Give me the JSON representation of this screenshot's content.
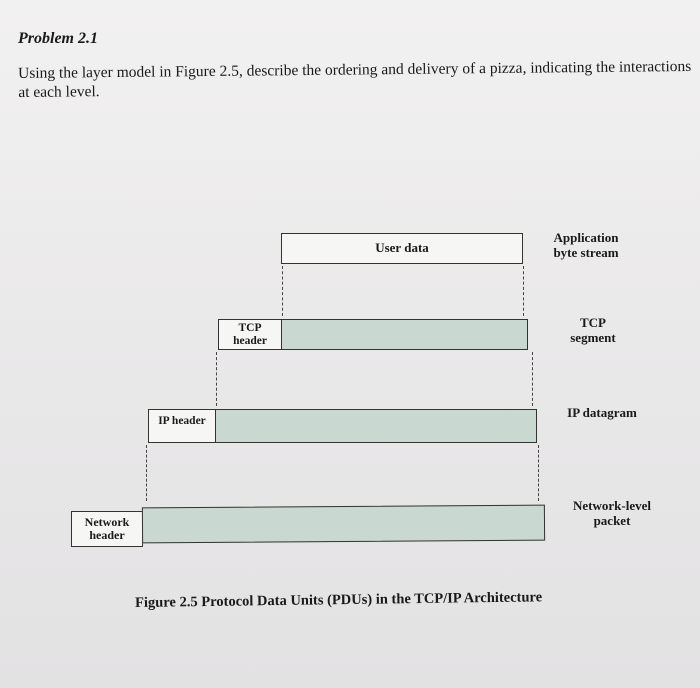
{
  "problem": {
    "title": "Problem 2.1",
    "text": "Using the layer model in Figure 2.5, describe the ordering and delivery of a pizza, indicating the interactions at each level."
  },
  "figure": {
    "user_data_label": "User data",
    "tcp_header_label": "TCP header",
    "ip_header_label": "IP header",
    "network_header_label": "Network header",
    "layers": [
      "Application byte stream",
      "TCP segment",
      "IP datagram",
      "Network-level packet"
    ],
    "caption": "Figure 2.5 Protocol Data Units (PDUs) in the TCP/IP Architecture",
    "colors": {
      "payload_fill": "#c9d8d0",
      "user_data_fill": "#f6f6f5",
      "outline": "#333333"
    }
  }
}
